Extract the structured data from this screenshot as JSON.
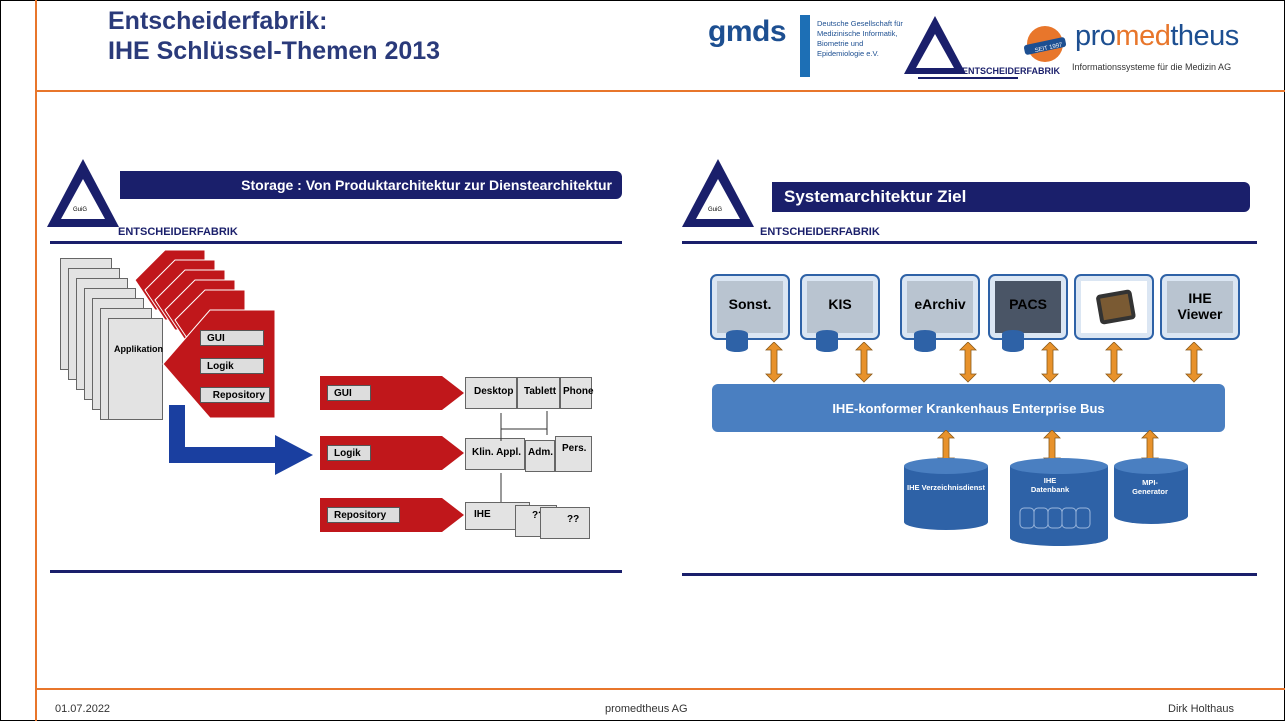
{
  "header": {
    "title_line1": "Entscheiderfabrik:",
    "title_line2": "IHE Schlüssel-Themen 2013",
    "gmds_logo": "gmds",
    "gmds_sub1": "Deutsche Gesellschaft für",
    "gmds_sub2": "Medizinische Informatik,",
    "gmds_sub3": "Biometrie und",
    "gmds_sub4": "Epidemiologie e.V.",
    "ef_logo_text": "ENTSCHEIDERFABRIK",
    "pm_pre": "pro",
    "pm_med": "med",
    "pm_post": "theus",
    "pm_badge": "SEIT 1997",
    "pm_sub": "Informationssysteme für die Medizin AG"
  },
  "left_slide": {
    "band_title": "Storage : Von Produktarchitektur zur Dienstearchitektur",
    "logo_text": "ENTSCHEIDERFABRIK",
    "applikation": "Applikation",
    "stack_labels": [
      "GUI",
      "Logik",
      "Repository"
    ],
    "layers": [
      {
        "name": "GUI",
        "boxes": [
          "Desktop",
          "Tablett",
          "Phone"
        ]
      },
      {
        "name": "Logik",
        "boxes": [
          "Klin. Appl.",
          "Adm.",
          "Pers."
        ]
      },
      {
        "name": "Repository",
        "boxes": [
          "IHE",
          "??",
          "??"
        ]
      }
    ]
  },
  "right_slide": {
    "band_title": "Systemarchitektur Ziel",
    "logo_text": "ENTSCHEIDERFABRIK",
    "systems": [
      "Sonst.",
      "KIS",
      "eArchiv",
      "PACS",
      "",
      "IHE Viewer"
    ],
    "bus": "IHE-konformer Krankenhaus Enterprise Bus",
    "dbs": [
      "IHE Verzeichnisdienst",
      "IHE Datenbank",
      "MPI-Generator"
    ]
  },
  "footer": {
    "date": "01.07.2022",
    "company": "promedtheus AG",
    "author": "Dirk Holthaus"
  }
}
